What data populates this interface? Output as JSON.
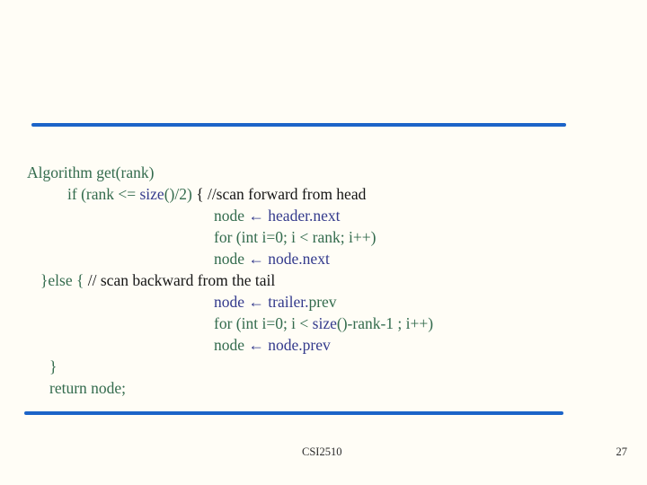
{
  "slide": {
    "background": "#fffdf6",
    "rule_color": "#1c64c8",
    "colors": {
      "green": "#336b4d",
      "navy": "#333a8c",
      "black": "#151515"
    },
    "code": {
      "lines": [
        {
          "indent": 0,
          "tokens": [
            {
              "c": "green",
              "t": "Algorithm get(rank)"
            }
          ]
        },
        {
          "indent": 45,
          "tokens": [
            {
              "c": "green",
              "t": "if (rank <= "
            },
            {
              "c": "navy",
              "t": "size"
            },
            {
              "c": "green",
              "t": "()/2) "
            },
            {
              "c": "black",
              "t": "{ //scan forward from head"
            }
          ]
        },
        {
          "indent": 208,
          "tokens": [
            {
              "c": "green",
              "t": "node "
            },
            {
              "c": "navy",
              "t": "← header.next"
            }
          ]
        },
        {
          "indent": 208,
          "tokens": [
            {
              "c": "green",
              "t": "for (int i=0; i < rank; i++)"
            }
          ]
        },
        {
          "indent": 208,
          "tokens": [
            {
              "c": "green",
              "t": "node "
            },
            {
              "c": "navy",
              "t": "← node.next"
            }
          ]
        },
        {
          "indent": 15,
          "tokens": [
            {
              "c": "green",
              "t": "}else { "
            },
            {
              "c": "black",
              "t": "// scan backward from the tail"
            }
          ]
        },
        {
          "indent": 208,
          "tokens": [
            {
              "c": "navy",
              "t": "node ← trailer."
            },
            {
              "c": "green",
              "t": "prev"
            }
          ]
        },
        {
          "indent": 208,
          "tokens": [
            {
              "c": "green",
              "t": "for (int i=0; i < "
            },
            {
              "c": "navy",
              "t": "size"
            },
            {
              "c": "green",
              "t": "()-rank-1 ; i++)"
            }
          ]
        },
        {
          "indent": 208,
          "tokens": [
            {
              "c": "green",
              "t": "node "
            },
            {
              "c": "navy",
              "t": "← node.prev"
            }
          ]
        },
        {
          "indent": 25,
          "tokens": [
            {
              "c": "green",
              "t": "}"
            }
          ]
        },
        {
          "indent": 25,
          "tokens": [
            {
              "c": "green",
              "t": "return node;"
            }
          ]
        }
      ]
    },
    "footer": {
      "course": "CSI2510",
      "page": "27"
    }
  }
}
